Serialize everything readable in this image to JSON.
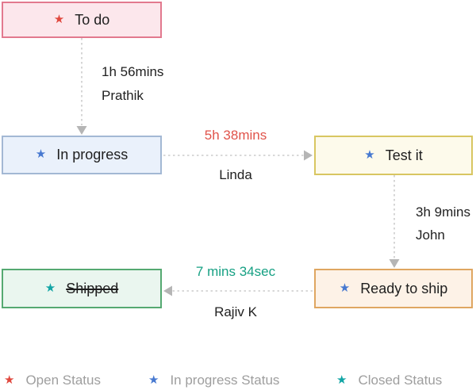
{
  "icons": {
    "star": "★"
  },
  "colors": {
    "open_status": "#e0483e",
    "in_progress_status": "#4678d0",
    "closed_status": "#12a5a5",
    "todo_fill": "#fce7ec",
    "todo_border": "#e2798e",
    "inprogress_fill": "#eaf1fb",
    "inprogress_border": "#a3b8d4",
    "testit_fill": "#fdfaeb",
    "testit_border": "#d8c661",
    "readytoship_fill": "#fdf2e7",
    "readytoship_border": "#dfa661",
    "shipped_fill": "#eaf6ef",
    "shipped_border": "#55a971",
    "duration_highlight_red": "#e0534a",
    "duration_highlight_teal": "#16a083",
    "connector_gray": "#cccccc",
    "legend_text_gray": "#9e9e9e"
  },
  "diagram": {
    "nodes": {
      "todo": {
        "label": "To do",
        "status": "open"
      },
      "inprogress": {
        "label": "In progress",
        "status": "in-progress"
      },
      "testit": {
        "label": "Test it",
        "status": "in-progress"
      },
      "readytoship": {
        "label": "Ready to ship",
        "status": "in-progress"
      },
      "shipped": {
        "label": "Shipped",
        "status": "closed",
        "strikethrough": true
      }
    },
    "edges": {
      "todo_to_inprogress": {
        "duration": "1h 56mins",
        "assignee": "Prathik"
      },
      "inprogress_to_testit": {
        "duration": "5h 38mins",
        "assignee": "Linda"
      },
      "testit_to_readytoship": {
        "duration": "3h 9mins",
        "assignee": "John"
      },
      "readytoship_to_shipped": {
        "duration": "7 mins 34sec",
        "assignee": "Rajiv K"
      }
    }
  },
  "legend": {
    "items": {
      "open": {
        "label": "Open Status"
      },
      "inprogress": {
        "label": "In progress Status"
      },
      "closed": {
        "label": "Closed Status"
      }
    }
  }
}
